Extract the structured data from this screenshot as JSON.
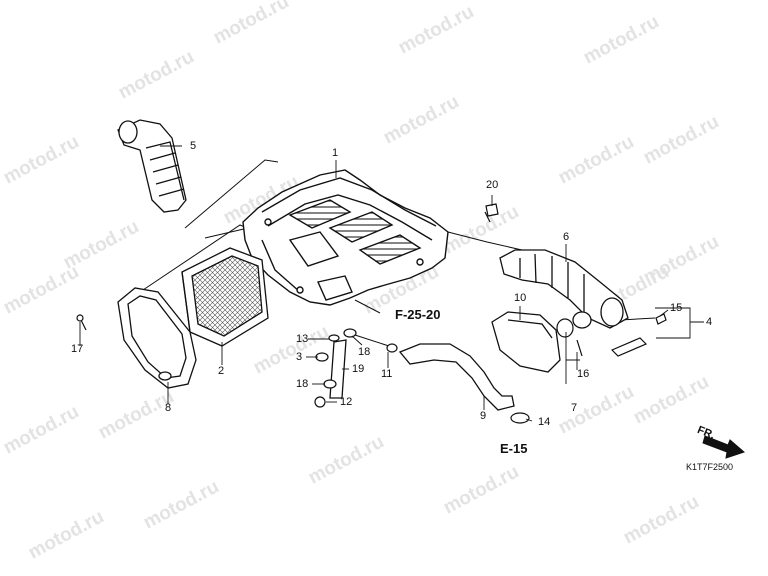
{
  "watermark_text": "motod.ru",
  "drawing_code": "K1T7F2500",
  "direction_label": "FR.",
  "references": {
    "f": "F-25-20",
    "e": "E-15"
  },
  "callouts": {
    "c1": "1",
    "c2": "2",
    "c3": "3",
    "c4": "4",
    "c5": "5",
    "c6": "6",
    "c7": "7",
    "c8": "8",
    "c9": "9",
    "c10": "10",
    "c11": "11",
    "c12": "12",
    "c13": "13",
    "c14": "14",
    "c15": "15",
    "c16": "16",
    "c17": "17",
    "c18a": "18",
    "c18b": "18",
    "c19": "19",
    "c20": "20"
  },
  "colors": {
    "line": "#111111",
    "watermark": "#e3e3e3",
    "part_fill": "#ffffff",
    "mesh": "#555555"
  }
}
